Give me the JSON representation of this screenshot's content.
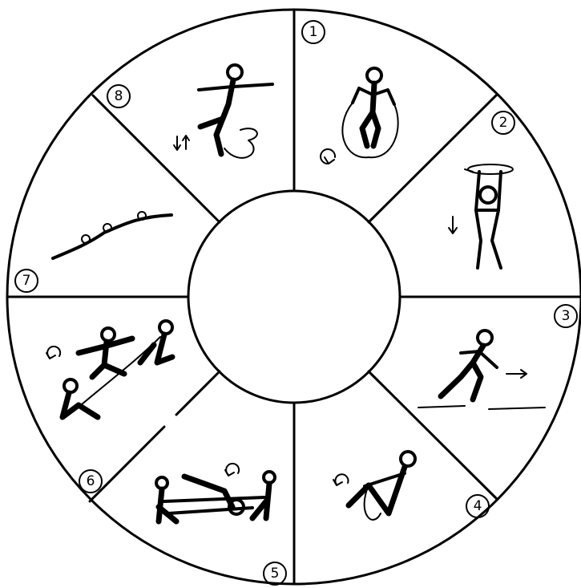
{
  "diagram": {
    "stations": [
      {
        "number": "1",
        "activity_icon": "jump-rope-icon",
        "direction_icon": "rotate-arrow-icon"
      },
      {
        "number": "2",
        "activity_icon": "hanging-bar-icon",
        "direction_icon": "down-arrow-icon"
      },
      {
        "number": "3",
        "activity_icon": "running-icon",
        "direction_icon": "right-arrow-icon"
      },
      {
        "number": "4",
        "activity_icon": "sit-up-icon",
        "direction_icon": "rotate-arrow-icon"
      },
      {
        "number": "5",
        "activity_icon": "partner-leg-exercise-icon",
        "direction_icon": "rotate-arrow-icon"
      },
      {
        "number": "6",
        "activity_icon": "rope-jump-over-icon",
        "direction_icon": "rotate-arrow-icon"
      },
      {
        "number": "7",
        "activity_icon": "balance-rope-icon"
      },
      {
        "number": "8",
        "activity_icon": "hopping-icon",
        "direction_icon": "up-down-arrow-icon"
      }
    ]
  }
}
